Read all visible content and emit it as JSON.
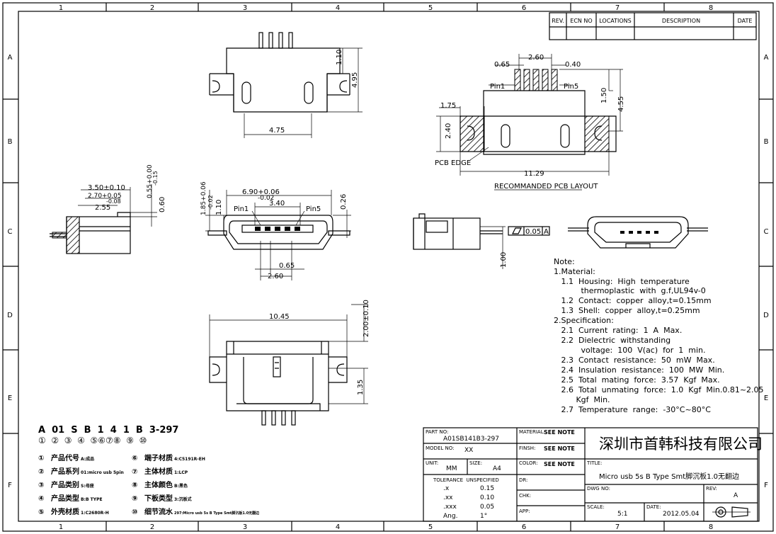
{
  "frame": {
    "col_labels": [
      "1",
      "2",
      "3",
      "4",
      "5",
      "6",
      "7",
      "8"
    ],
    "row_labels": [
      "A",
      "B",
      "C",
      "D",
      "E",
      "F"
    ]
  },
  "revision_table": {
    "headers": [
      "REV.",
      "ECN NO",
      "LOCATIONS",
      "DESCRIPTION",
      "DATE"
    ]
  },
  "views": {
    "top_left": {
      "dim_height_top": "1.10",
      "dim_height_total": "4.95",
      "dim_width": "4.75"
    },
    "pcb_layout": {
      "dim_pitch_span": "2.60",
      "dim_pad_gap": "0.65",
      "dim_pad_width": "0.40",
      "pin_left": "Pin1",
      "pin_right": "Pin5",
      "dim_pad_len": "1.50",
      "dim_total_h": "4.55",
      "dim_side_w": "1.75",
      "dim_side_h": "2.40",
      "pcb_edge": "PCB EDGE",
      "dim_total_w": "11.29",
      "title": "RECOMMANDED PCB LAYOUT"
    },
    "side_left": {
      "dim_a": "3.50±0.10",
      "dim_b": "2.70+0.05",
      "dim_b_tol": "-0.08",
      "dim_c": "2.55",
      "dim_d": "0.55+0.00",
      "dim_d_tol": "-0.15",
      "dim_e": "0.60"
    },
    "front": {
      "dim_width": "6.90+0.06",
      "dim_width_tol": "-0.02",
      "dim_h1": "1.85+0.06",
      "dim_h1_tol": "-0.02",
      "dim_h2": "1.10",
      "dim_pin_span": "3.40",
      "pin_left": "Pin1",
      "pin_right": "Pin5",
      "dim_right": "0.26",
      "dim_pitch": "0.65",
      "dim_span2": "2.60"
    },
    "side_right": {
      "dim_flat": "0.05",
      "datum": "A",
      "dim_h": "1.00"
    },
    "bottom": {
      "dim_width": "10.45",
      "dim_h": "2.00±0.10",
      "dim_lower": "1.35"
    }
  },
  "notes": {
    "heading": "Note:",
    "lines": [
      "1.Material:",
      "   1.1  Housing:  High  temperature",
      "           thermoplastic  with  g.f,UL94v-0",
      "   1.2  Contact:  copper  alloy,t=0.15mm",
      "   1.3  Shell:  copper  alloy,t=0.25mm",
      "2.Specification:",
      "   2.1  Current  rating:  1  A  Max.",
      "   2.2  Dielectric  withstanding",
      "           voltage:  100  V(ac)  for  1  min.",
      "   2.3  Contact  resistance:  50  mW  Max.",
      "   2.4  Insulation  resistance:  100  MW  Min.",
      "   2.5  Total  mating  force:  3.57  Kgf  Max.",
      "   2.6  Total  unmating  force:  1.0  Kgf  Min.0.81~2.05",
      "         Kgf  Min.",
      "   2.7  Temperature  range:  -30°C~80°C"
    ]
  },
  "part_code": {
    "code": "A  01  S  B  1  4  1  B  3-297",
    "circles": "①  ②  ③  ④  ⑤⑥⑦⑧  ⑨  ⑩",
    "left_items": [
      {
        "num": "①",
        "label": "产品代号",
        "value": "A:成品"
      },
      {
        "num": "②",
        "label": "产品系列",
        "value": "01:micro usb 5pin"
      },
      {
        "num": "③",
        "label": "产品类别",
        "value": "S:母座"
      },
      {
        "num": "④",
        "label": "产品类型",
        "value": "B:B TYPE"
      },
      {
        "num": "⑤",
        "label": "外壳材质",
        "value": "1:C2680R-H"
      }
    ],
    "right_items": [
      {
        "num": "⑥",
        "label": "端子材质",
        "value": "4:C5191R-EH"
      },
      {
        "num": "⑦",
        "label": "主体材质",
        "value": "1:LCP"
      },
      {
        "num": "⑧",
        "label": "主体颜色",
        "value": "B:黑色"
      },
      {
        "num": "⑨",
        "label": "下板类型",
        "value": "3:沉板式"
      },
      {
        "num": "⑩",
        "label": "细节流水",
        "value": "297:Micro usb 5s B Type Smt脚沉板1.0无翻边"
      }
    ]
  },
  "title_block": {
    "part_no_label": "PART NO:",
    "part_no": "A01SB141B3-297",
    "material_label": "MATERIAL:",
    "material": "SEE NOTE",
    "model_label": "MODEL NO:",
    "model": "XX",
    "finish_label": "FINSH:",
    "finish": "SEE NOTE",
    "unit_label": "UNIT:",
    "unit": "MM",
    "size_label": "SIZE:",
    "size": "A4",
    "color_label": "COLOR:",
    "color": "SEE NOTE",
    "company": "深圳市首韩科技有限公司",
    "tolerance_label": "TOLERANCE  UNSPECIFIED",
    "tol_rows": [
      {
        "k": ".x",
        "v": "0.15"
      },
      {
        "k": ".xx",
        "v": "0.10"
      },
      {
        "k": ".xxx",
        "v": "0.05"
      },
      {
        "k": "Ang.",
        "v": "1°"
      }
    ],
    "dr_label": "DR:",
    "chk_label": "CHK:",
    "app_label": "APP:",
    "title_label": "TITLE:",
    "title": "Micro usb 5s B Type Smt脚沉板1.0无翻边",
    "dwg_label": "DWG NO:",
    "rev_label": "REV:",
    "rev": "A",
    "scale_label": "SCALE:",
    "scale": "5:1",
    "date_label": "DATE:",
    "date": "2012.05.04"
  }
}
